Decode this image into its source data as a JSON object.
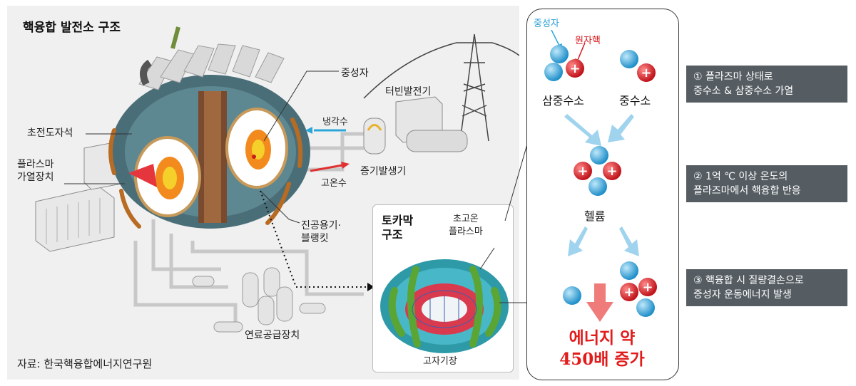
{
  "plant": {
    "title": "핵융합 발전소 구조",
    "labels": {
      "neutron": "중성자",
      "turbine": "터빈발전기",
      "coolant": "냉각수",
      "superconductor": "초전도자석",
      "plasma_heater_l1": "플라스마",
      "plasma_heater_l2": "가열장치",
      "hot_water": "고온수",
      "steam_generator": "증기발생기",
      "vacuum_l1": "진공용기·",
      "vacuum_l2": "블랭킷",
      "fuel_supply": "연료공급장치"
    },
    "source": "자료: 한국핵융합에너지연구원"
  },
  "tokamak": {
    "title_l1": "토카막",
    "title_l2": "구조",
    "plasma_l1": "초고온",
    "plasma_l2": "플라스마",
    "magnetic_field": "고자기장"
  },
  "reaction": {
    "neutron_label": "중성자",
    "nucleus_label": "원자핵",
    "tritium": "삼중수소",
    "deuterium": "중수소",
    "helium": "헬륨",
    "energy_l1": "에너지 약",
    "energy_l2": "450배 증가"
  },
  "steps": [
    {
      "l1": "① 플라즈마 상태로",
      "l2": "중수소 & 삼중수소 가열"
    },
    {
      "l1": "② 1억 ℃ 이상 온도의",
      "l2": "플라즈마에서 핵융합 반응"
    },
    {
      "l1": "③ 핵융합 시 질량결손으로",
      "l2": "중성자 운동에너지 발생"
    }
  ],
  "colors": {
    "neutron": "#2a9fd8",
    "proton": "#d8161b",
    "arrow": "#9fd3ee",
    "energy_arrow": "#f07b7b",
    "step_bg": "#555d63"
  }
}
